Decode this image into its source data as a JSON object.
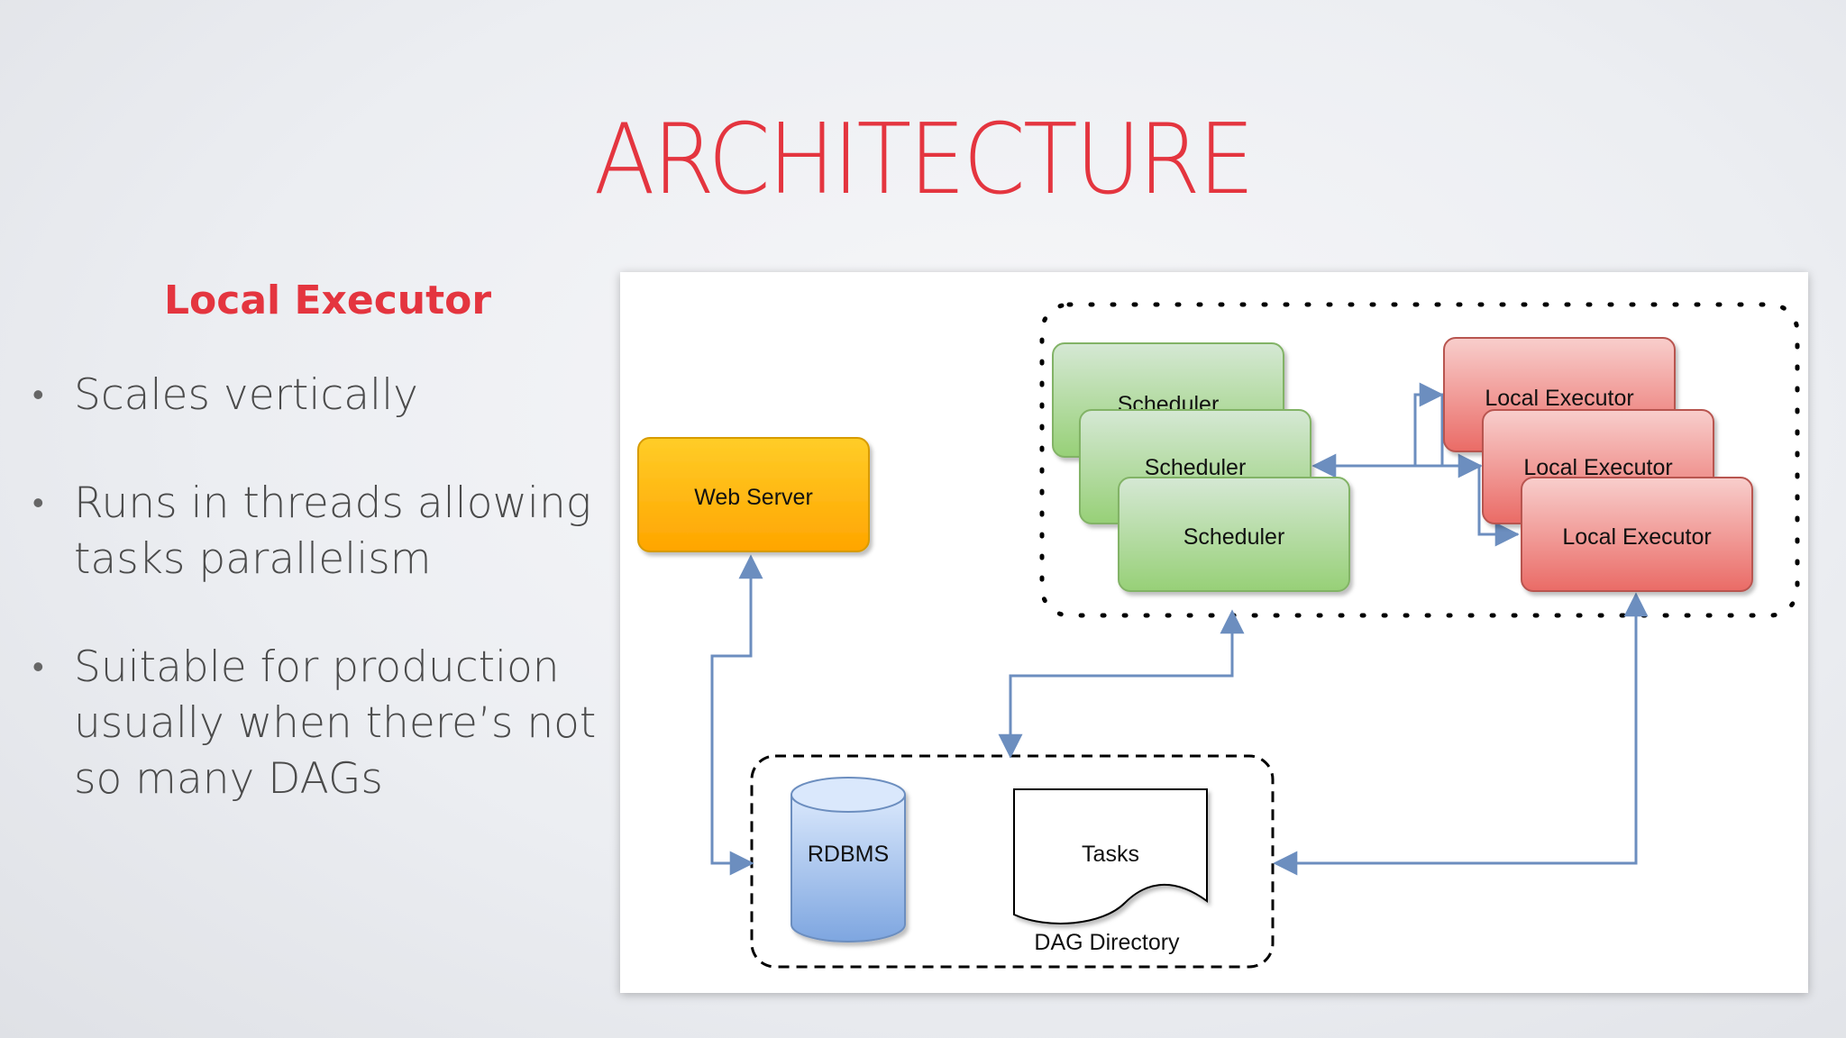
{
  "slide": {
    "title": "ARCHITECTURE",
    "subtitle": "Local Executor",
    "bullets": [
      [
        "Scales vertically"
      ],
      [
        "Runs in threads allowing",
        "tasks parallelism"
      ],
      [
        "Suitable for production",
        "usually when there’s not",
        "so many DAGs"
      ]
    ]
  },
  "diagram": {
    "web_server": "Web Server",
    "schedulers": [
      "Scheduler",
      "Scheduler",
      "Scheduler"
    ],
    "executors": [
      "Local Executor",
      "Local Executor",
      "Local Executor"
    ],
    "database": "RDBMS",
    "tasks": "Tasks",
    "dag_directory": "DAG Directory",
    "colors": {
      "title": "#e4353f",
      "web_server": "#ffb300",
      "scheduler": "#9cd67a",
      "executor": "#ef5d61",
      "database": "#8fb4e4",
      "arrow": "#6c8ebf"
    }
  }
}
